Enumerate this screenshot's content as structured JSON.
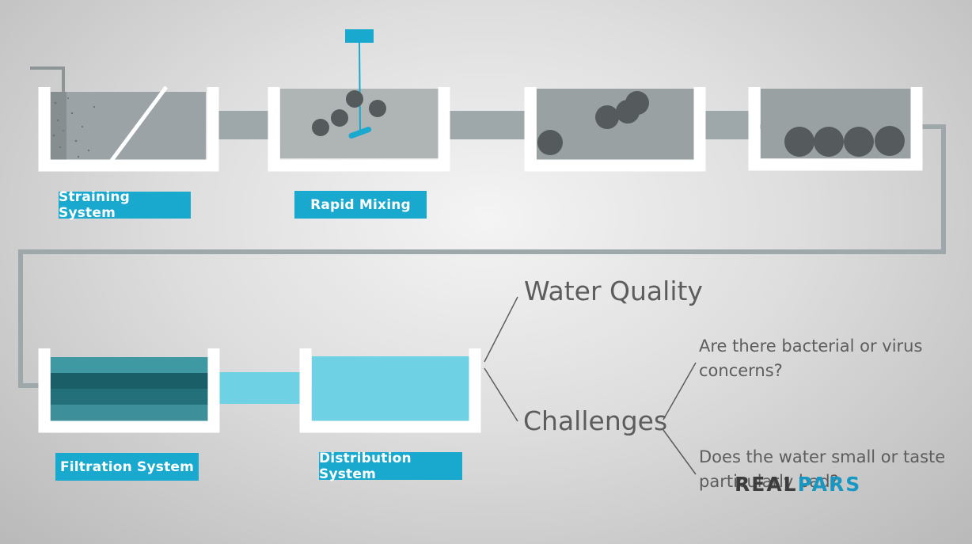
{
  "stages": {
    "straining": "Straining System",
    "rapid_mixing": "Rapid Mixing",
    "filtration": "Filtration System",
    "distribution": "Distribution System"
  },
  "branch": {
    "water_quality": "Water Quality",
    "challenges": "Challenges",
    "question_1_line_1": "Are there bacterial or virus",
    "question_1_line_2": "concerns?",
    "question_2_line_1": "Does the water small or taste",
    "question_2_line_2": "particularly bad?"
  },
  "logo": {
    "part_1": "REAL",
    "part_2": "PARS"
  },
  "colors": {
    "label_bg": "#19a9cf",
    "tank_frame": "#ffffff",
    "pipe": "#9ea7a9",
    "clean_water": "#6fd2e4",
    "filter_dark": "#1a5e67",
    "text": "#5d5d5d",
    "logo_blue": "#1797c2"
  }
}
